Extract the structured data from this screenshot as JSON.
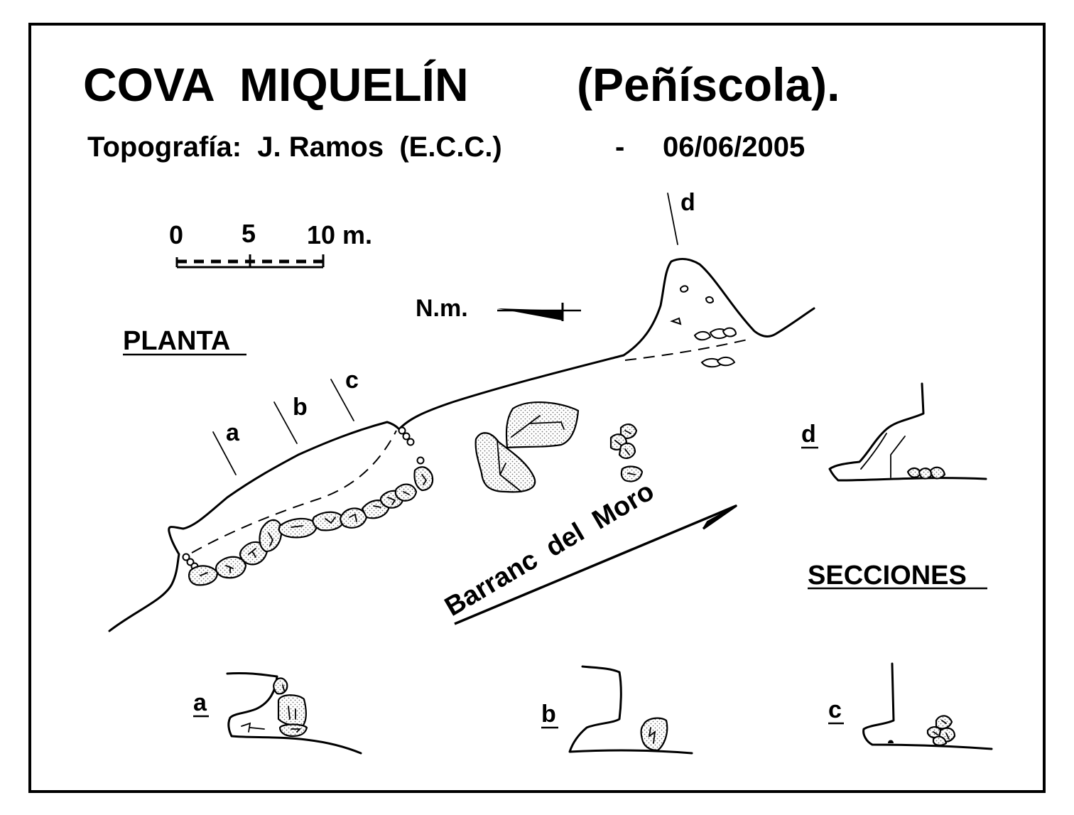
{
  "title": {
    "name": "COVA  MIQUELÍN",
    "location": "(Peñíscola)."
  },
  "subtitle": {
    "credit": "Topografía:  J. Ramos  (E.C.C.)",
    "separator": "-",
    "date": "06/06/2005"
  },
  "scale_bar": {
    "label_0": "0",
    "label_5": "5",
    "label_10": "10 m."
  },
  "north": {
    "label": "N.m."
  },
  "plan": {
    "label": "PLANTA"
  },
  "stream": {
    "label": "Barranc  del  Moro"
  },
  "section_markers": {
    "a": "a",
    "b": "b",
    "c": "c",
    "d": "d"
  },
  "sections": {
    "label": "SECCIONES",
    "a": "a",
    "b": "b",
    "c": "c",
    "d": "d"
  },
  "colors": {
    "ink": "#000000",
    "paper": "#ffffff",
    "stipple": "#888888"
  }
}
